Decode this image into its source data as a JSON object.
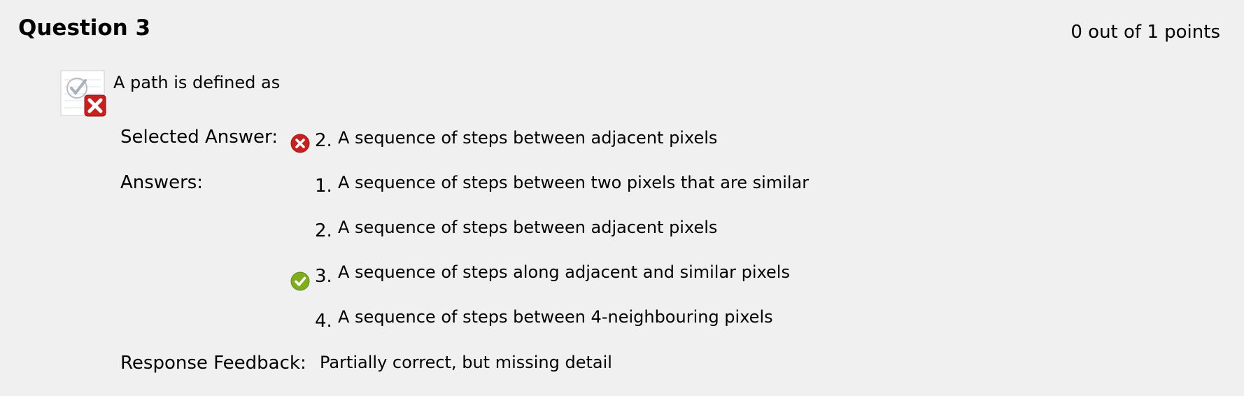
{
  "question": {
    "title": "Question 3",
    "points": "0 out of 1 points",
    "text": "A path is defined as",
    "icon": "incorrect-question-icon"
  },
  "labels": {
    "selected": "Selected Answer:",
    "answers": "Answers:",
    "feedback": "Response Feedback:"
  },
  "selected_answer": {
    "number": "2.",
    "text": "A sequence of steps between adjacent pixels",
    "status": "incorrect",
    "icon": "incorrect-icon"
  },
  "answers": [
    {
      "number": "1.",
      "text": "A sequence of steps between two pixels that are similar"
    },
    {
      "number": "2.",
      "text": "A sequence of steps between adjacent pixels"
    },
    {
      "number": "3.",
      "text": "A sequence of steps along adjacent and similar pixels",
      "correct": true,
      "icon": "correct-icon"
    },
    {
      "number": "4.",
      "text": "A sequence of steps between 4-neighbouring pixels"
    }
  ],
  "feedback": {
    "text": "Partially correct, but missing detail"
  },
  "colors": {
    "background": "#f0f0f0",
    "incorrect": "#c8201e",
    "correct": "#7fae1d"
  }
}
